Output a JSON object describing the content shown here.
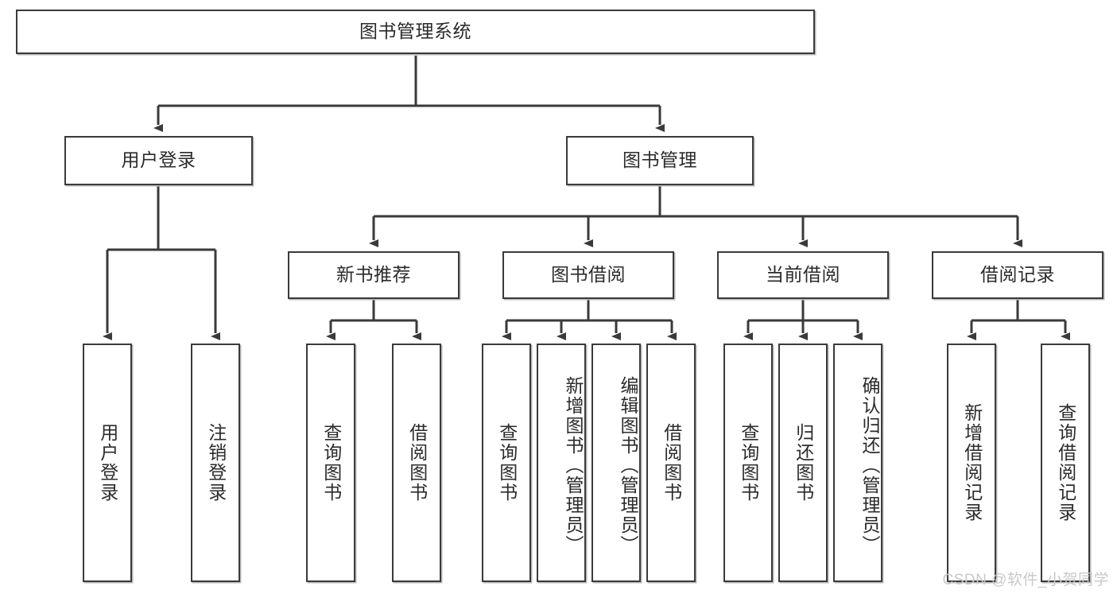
{
  "diagram": {
    "type": "tree",
    "title": "图书管理系统",
    "root": {
      "label": "图书管理系统"
    },
    "level2": [
      {
        "label": "用户登录"
      },
      {
        "label": "图书管理"
      }
    ],
    "level3": [
      {
        "label": "新书推荐"
      },
      {
        "label": "图书借阅"
      },
      {
        "label": "当前借阅"
      },
      {
        "label": "借阅记录"
      }
    ],
    "leaves": {
      "user_login": [
        {
          "label": "用户登录"
        },
        {
          "label": "注销登录"
        }
      ],
      "new_book": [
        {
          "label": "查询图书"
        },
        {
          "label": "借阅图书"
        }
      ],
      "book_borrow": [
        {
          "label": "查询图书"
        },
        {
          "label": "新增图书（管理员）"
        },
        {
          "label": "编辑图书（管理员）"
        },
        {
          "label": "借阅图书"
        }
      ],
      "current_borrow": [
        {
          "label": "查询图书"
        },
        {
          "label": "归还图书"
        },
        {
          "label": "确认归还（管理员）"
        }
      ],
      "borrow_record": [
        {
          "label": "新增借阅记录"
        },
        {
          "label": "查询借阅记录"
        }
      ]
    },
    "watermark": "CSDN @软件_小贺同学",
    "colors": {
      "stroke": "#3a3a3a",
      "fill": "#ffffff",
      "text": "#2b2b2b",
      "shadow": "#b9b9b9",
      "watermark": "#c9c9c9"
    }
  }
}
